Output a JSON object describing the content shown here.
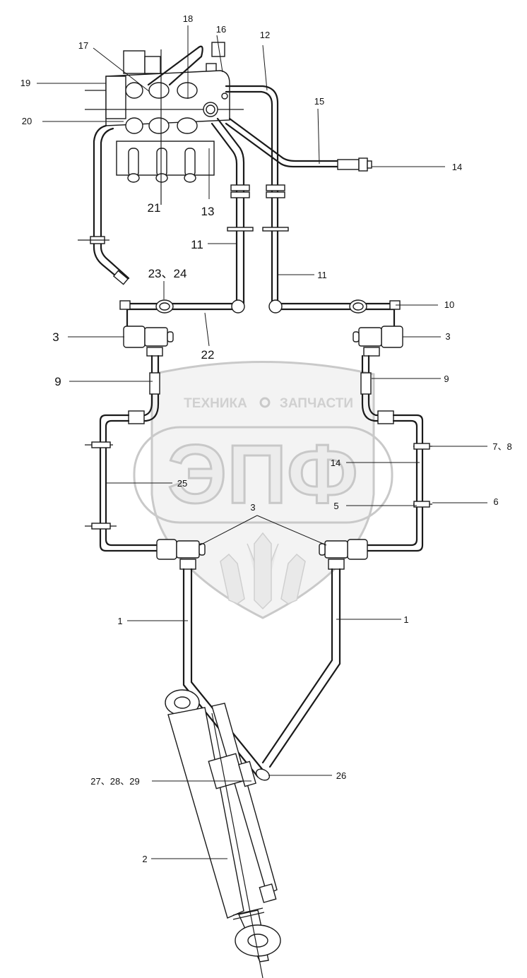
{
  "watermark": {
    "top_left": "ТЕХНИКА",
    "top_right": "ЗАПЧАСТИ",
    "big": "ЭПФ"
  },
  "labels": {
    "l1a": "1",
    "l1b": "1",
    "l2": "2",
    "l3a": "3",
    "l3b": "3",
    "l3c": "3",
    "l5": "5",
    "l6": "6",
    "l78": "7、8",
    "l9a": "9",
    "l9b": "9",
    "l10": "10",
    "l11a": "11",
    "l11b": "11",
    "l12": "12",
    "l13": "13",
    "l14a": "14",
    "l14b": "14",
    "l15": "15",
    "l16": "16",
    "l17": "17",
    "l18": "18",
    "l19": "19",
    "l20": "20",
    "l21": "21",
    "l22": "22",
    "l2324": "23、24",
    "l25": "25",
    "l26": "26",
    "l272829": "27、28、29"
  }
}
